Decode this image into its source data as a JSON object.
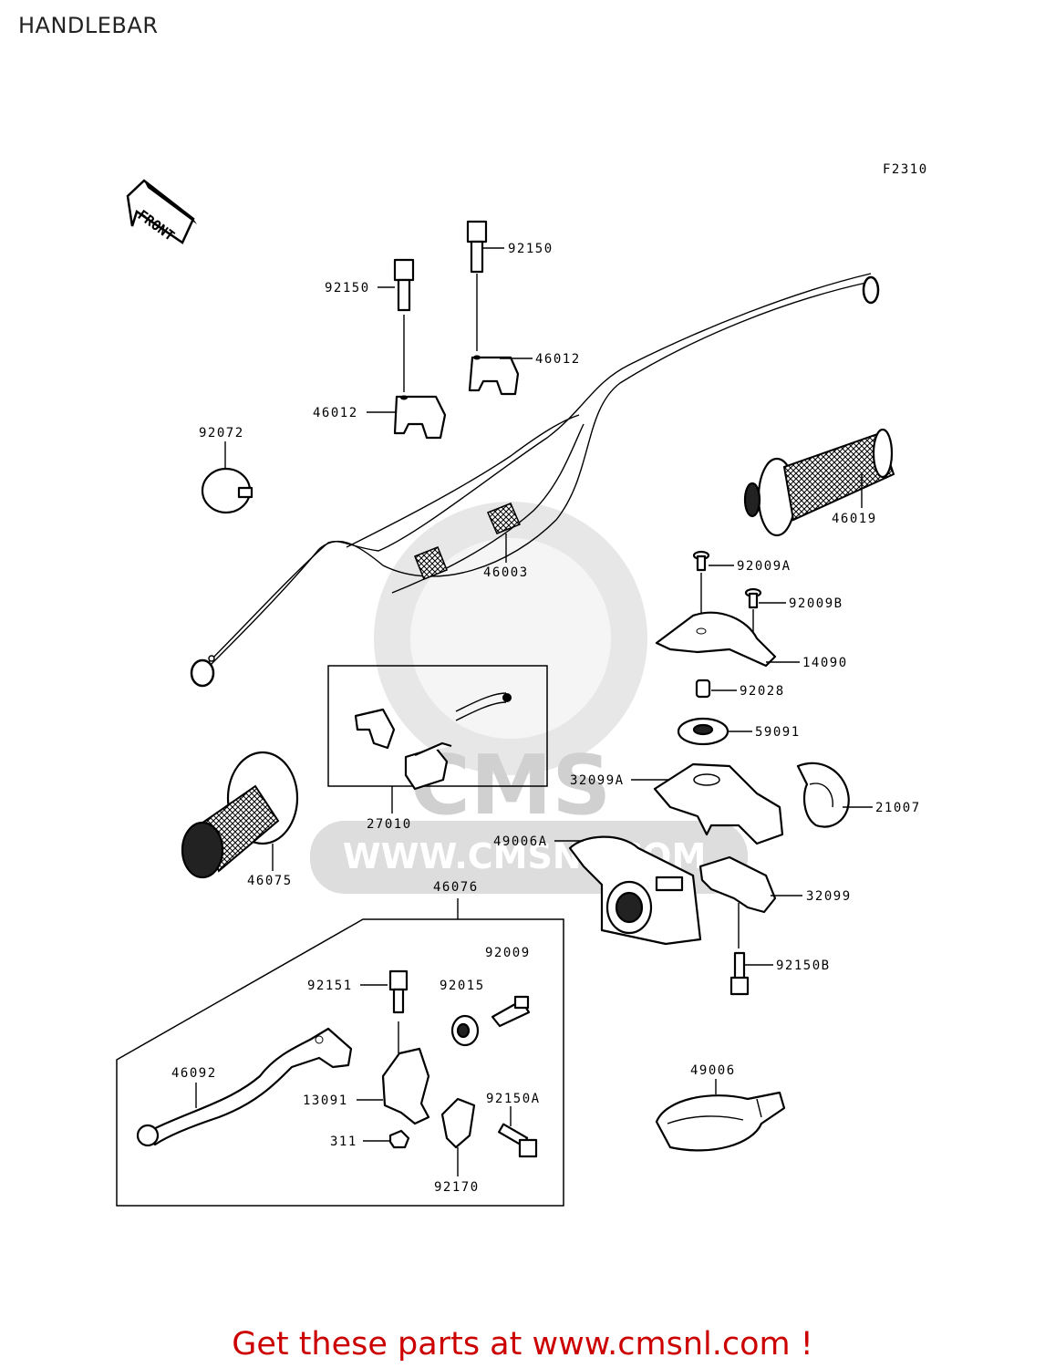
{
  "page": {
    "title": "HANDLEBAR",
    "figure_code": "F2310",
    "front_marker": "FRONT",
    "watermark_url": "WWW.CMSNL.COM",
    "watermark_logo": "CMS",
    "footer": "Get these parts at www.cmsnl.com !"
  },
  "colors": {
    "footer_text": "#cc0000",
    "line_art": "#000000",
    "watermark": "#d4d4d4"
  },
  "part_labels": [
    {
      "id": "92150-top",
      "text": "92150"
    },
    {
      "id": "92150-left",
      "text": "92150"
    },
    {
      "id": "46012-right",
      "text": "46012"
    },
    {
      "id": "46012-left",
      "text": "46012"
    },
    {
      "id": "92072",
      "text": "92072"
    },
    {
      "id": "46003",
      "text": "46003"
    },
    {
      "id": "46019",
      "text": "46019"
    },
    {
      "id": "92009A",
      "text": "92009A"
    },
    {
      "id": "92009B",
      "text": "92009B"
    },
    {
      "id": "14090",
      "text": "14090"
    },
    {
      "id": "92028",
      "text": "92028"
    },
    {
      "id": "59091",
      "text": "59091"
    },
    {
      "id": "32099A",
      "text": "32099A"
    },
    {
      "id": "21007",
      "text": "21007"
    },
    {
      "id": "27010",
      "text": "27010"
    },
    {
      "id": "46075",
      "text": "46075"
    },
    {
      "id": "49006A",
      "text": "49006A"
    },
    {
      "id": "32099",
      "text": "32099"
    },
    {
      "id": "92150B",
      "text": "92150B"
    },
    {
      "id": "46076",
      "text": "46076"
    },
    {
      "id": "92009",
      "text": "92009"
    },
    {
      "id": "92151",
      "text": "92151"
    },
    {
      "id": "92015",
      "text": "92015"
    },
    {
      "id": "46092",
      "text": "46092"
    },
    {
      "id": "13091",
      "text": "13091"
    },
    {
      "id": "92150A",
      "text": "92150A"
    },
    {
      "id": "311",
      "text": "311"
    },
    {
      "id": "92170",
      "text": "92170"
    },
    {
      "id": "49006",
      "text": "49006"
    }
  ]
}
